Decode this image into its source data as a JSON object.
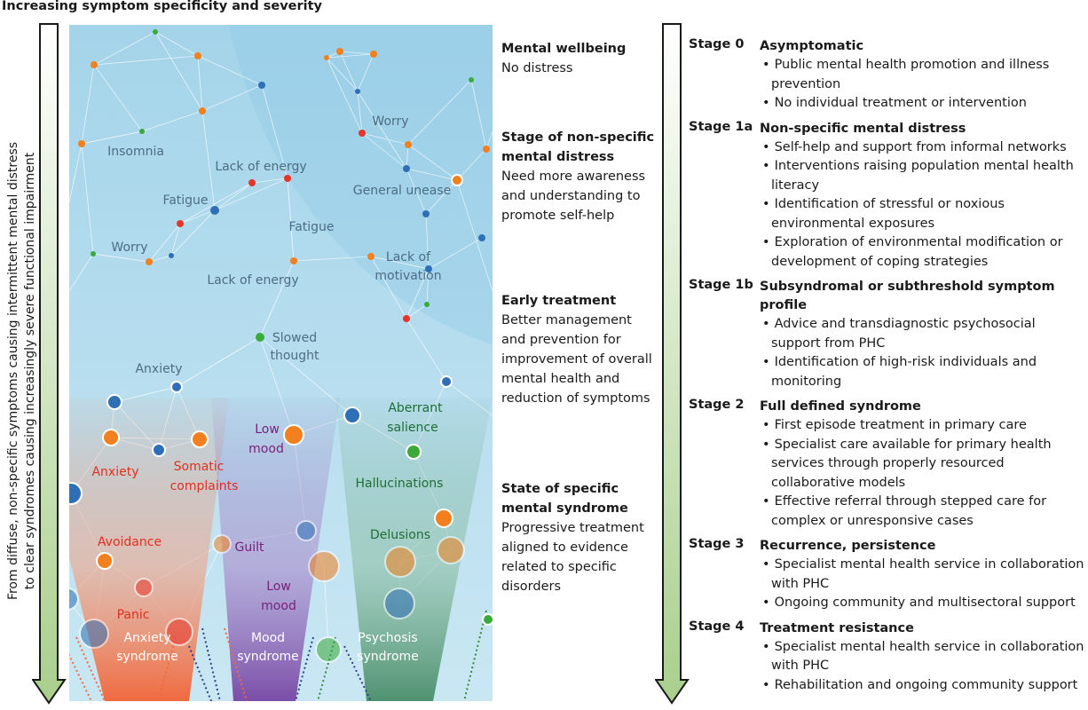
{
  "top_title": "Increasing symptom specificity and severity",
  "vertical_label": {
    "line1": "From diffuse, non-specific symptoms causing intermittent mental distress",
    "line2": "to clear syndromes causing increasingly severe functional impairment"
  },
  "network_labels": [
    {
      "text": "Worry",
      "color": "#4d6d83"
    },
    {
      "text": "Insomnia",
      "color": "#4d6d83"
    },
    {
      "text": "Lack of energy",
      "color": "#4d6d83"
    },
    {
      "text": "General unease",
      "color": "#4d6d83"
    },
    {
      "text": "Fatigue",
      "color": "#4d6d83"
    },
    {
      "text": "Fatigue",
      "color": "#4d6d83"
    },
    {
      "text": "Worry",
      "color": "#4d6d83"
    },
    {
      "text": "Lack of energy",
      "color": "#4d6d83"
    },
    {
      "text": "Lack of",
      "color": "#4d6d83"
    },
    {
      "text": "motivation",
      "color": "#4d6d83"
    },
    {
      "text": "Slowed",
      "color": "#4d6d83"
    },
    {
      "text": "thought",
      "color": "#4d6d83"
    },
    {
      "text": "Anxiety",
      "color": "#4d6d83"
    },
    {
      "text": "Aberrant",
      "color": "#1f6e34"
    },
    {
      "text": "salience",
      "color": "#1f6e34"
    },
    {
      "text": "Low",
      "color": "#7a1f7a"
    },
    {
      "text": "mood",
      "color": "#7a1f7a"
    },
    {
      "text": "Anxiety",
      "color": "#e03020"
    },
    {
      "text": "Somatic",
      "color": "#e03020"
    },
    {
      "text": "complaints",
      "color": "#e03020"
    },
    {
      "text": "Hallucinations",
      "color": "#1f6e34"
    },
    {
      "text": "Delusions",
      "color": "#1f6e34"
    },
    {
      "text": "Avoidance",
      "color": "#e03020"
    },
    {
      "text": "Guilt",
      "color": "#7a1f7a"
    },
    {
      "text": "Low",
      "color": "#7a1f7a"
    },
    {
      "text": "mood",
      "color": "#7a1f7a"
    },
    {
      "text": "Panic",
      "color": "#e03020"
    }
  ],
  "syndromes": [
    {
      "line1": "Anxiety",
      "line2": "syndrome"
    },
    {
      "line1": "Mood",
      "line2": "syndrome"
    },
    {
      "line1": "Psychosis",
      "line2": "syndrome"
    }
  ],
  "stage_descriptions": [
    {
      "heading": [
        "Mental wellbeing"
      ],
      "body": [
        "No distress"
      ]
    },
    {
      "heading": [
        "Stage of non-specific",
        "mental distress"
      ],
      "body": [
        "Need more awareness",
        "and understanding to",
        "promote self-help"
      ]
    },
    {
      "heading": [
        "Early treatment"
      ],
      "body": [
        "Better management",
        "and prevention for",
        "improvement of overall",
        "mental health and",
        "reduction of symptoms"
      ]
    },
    {
      "heading": [
        "State of specific",
        "mental syndrome"
      ],
      "body": [
        "Progressive treatment",
        "aligned to evidence",
        "related to specific",
        "disorders"
      ]
    }
  ],
  "stages": [
    {
      "label": "Stage 0",
      "title": "Asymptomatic",
      "bullets": [
        "Public mental health promotion and illness prevention",
        "No individual treatment or intervention"
      ]
    },
    {
      "label": "Stage 1a",
      "title": "Non-specific mental distress",
      "bullets": [
        "Self-help and support from informal networks",
        "Interventions raising population mental health literacy",
        "Identification of stressful or noxious environmental exposures",
        "Exploration of environmental modification or development of coping strategies"
      ]
    },
    {
      "label": "Stage 1b",
      "title": "Subsyndromal or subthreshold symptom profile",
      "bullets": [
        "Advice and transdiagnostic psychosocial support from PHC",
        "Identification of high-risk individuals and monitoring"
      ]
    },
    {
      "label": "Stage 2",
      "title": "Full defined syndrome",
      "bullets": [
        "First episode treatment in primary care",
        "Specialist care available for primary health services through properly resourced collaborative models",
        "Effective referral through stepped care for complex or unresponsive cases"
      ]
    },
    {
      "label": "Stage 3",
      "title": "Recurrence, persistence",
      "bullets": [
        "Specialist mental health service in collaboration with PHC",
        "Ongoing community and multisectoral support"
      ]
    },
    {
      "label": "Stage 4",
      "title": "Treatment resistance",
      "bullets": [
        "Specialist mental health service in collaboration with PHC",
        "Rehabilitation and ongoing community support"
      ]
    }
  ],
  "colors": {
    "background_top": "#9dd0e8",
    "background_bottom": "#cbe8f4",
    "arrow_top": "#ffffff",
    "arrow_bottom": "#a9cf8c",
    "anxiety": "#f07a4e",
    "mood": "#8a62b4",
    "psychosis": "#5f9f7e",
    "node_orange": "#f2801f",
    "node_red": "#e5352a",
    "node_blue": "#2f6fb5",
    "node_green": "#3aaa3a"
  }
}
